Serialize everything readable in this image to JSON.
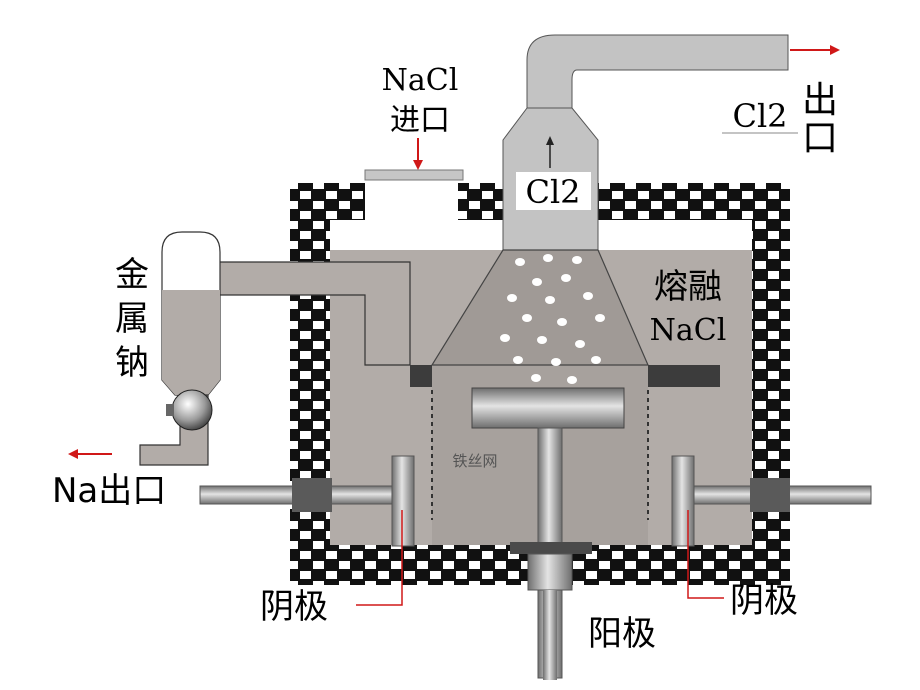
{
  "labels": {
    "nacl_inlet_line1": "NaCl",
    "nacl_inlet_line2": "进口",
    "cl2_rising": "Cl2",
    "cl2_outlet_gas": "Cl2",
    "outlet_char1": "出",
    "outlet_char2": "口",
    "metal_sodium_1": "金",
    "metal_sodium_2": "属",
    "metal_sodium_3": "钠",
    "na_outlet": "Na出口",
    "molten_line1": "熔融",
    "molten_line2": "NaCl",
    "iron_mesh": "铁丝网",
    "cathode_left": "阴极",
    "cathode_right": "阴极",
    "anode": "阳极"
  },
  "colors": {
    "brick": "#111111",
    "mortar": "#ffffff",
    "melt": "#b2aca8",
    "steel": "#9c9c9c",
    "arrow": "#d01818"
  }
}
